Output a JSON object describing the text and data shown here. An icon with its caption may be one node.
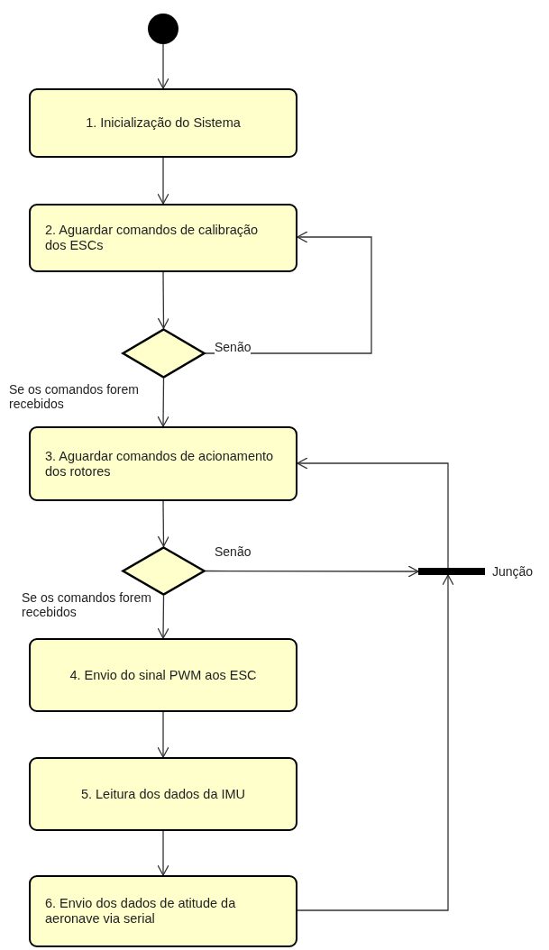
{
  "diagram": {
    "nodes": [
      {
        "text": [],
        "shape": "circle"
      },
      {
        "text": [
          "1. Inicialização do Sistema"
        ]
      },
      {
        "text": [
          "2. Aguardar comandos de calibração dos ESCs"
        ]
      },
      {
        "text": [],
        "shape": "diamond"
      },
      {
        "text": [
          "3. Aguardar comandos de acionamento dos rotores"
        ]
      },
      {
        "text": [],
        "shape": "diamond"
      },
      {
        "text": [],
        "shape": "bar",
        "beside": [
          "Junção"
        ]
      },
      {
        "text": [
          "4. Envio do sinal PWM aos ESC"
        ]
      },
      {
        "text": [
          "5. Leitura dos dados da IMU"
        ]
      },
      {
        "text": [
          "6. Envio dos dados de atitude da aeronave via serial"
        ]
      }
    ],
    "edges": [
      {
        "from": 0,
        "to": 1,
        "arrow": "to"
      },
      {
        "from": 1,
        "to": 2,
        "arrow": "to"
      },
      {
        "from": 2,
        "to": 3,
        "arrow": "to"
      },
      {
        "from": 3,
        "to": 2,
        "arrow": "to",
        "label": "Senão"
      },
      {
        "from": 3,
        "to": 4,
        "arrow": "to",
        "label": "Se os comandos forem recebidos"
      },
      {
        "from": 4,
        "to": 5,
        "arrow": "to"
      },
      {
        "from": 5,
        "to": 6,
        "arrow": "to",
        "label": "Senão"
      },
      {
        "from": 5,
        "to": 7,
        "arrow": "to",
        "label": "Se os comandos forem recebidos"
      },
      {
        "from": 7,
        "to": 8,
        "arrow": "to"
      },
      {
        "from": 8,
        "to": 9,
        "arrow": "to"
      },
      {
        "from": 9,
        "to": 6,
        "arrow": "to"
      },
      {
        "from": 6,
        "to": 4,
        "arrow": "to"
      }
    ]
  }
}
